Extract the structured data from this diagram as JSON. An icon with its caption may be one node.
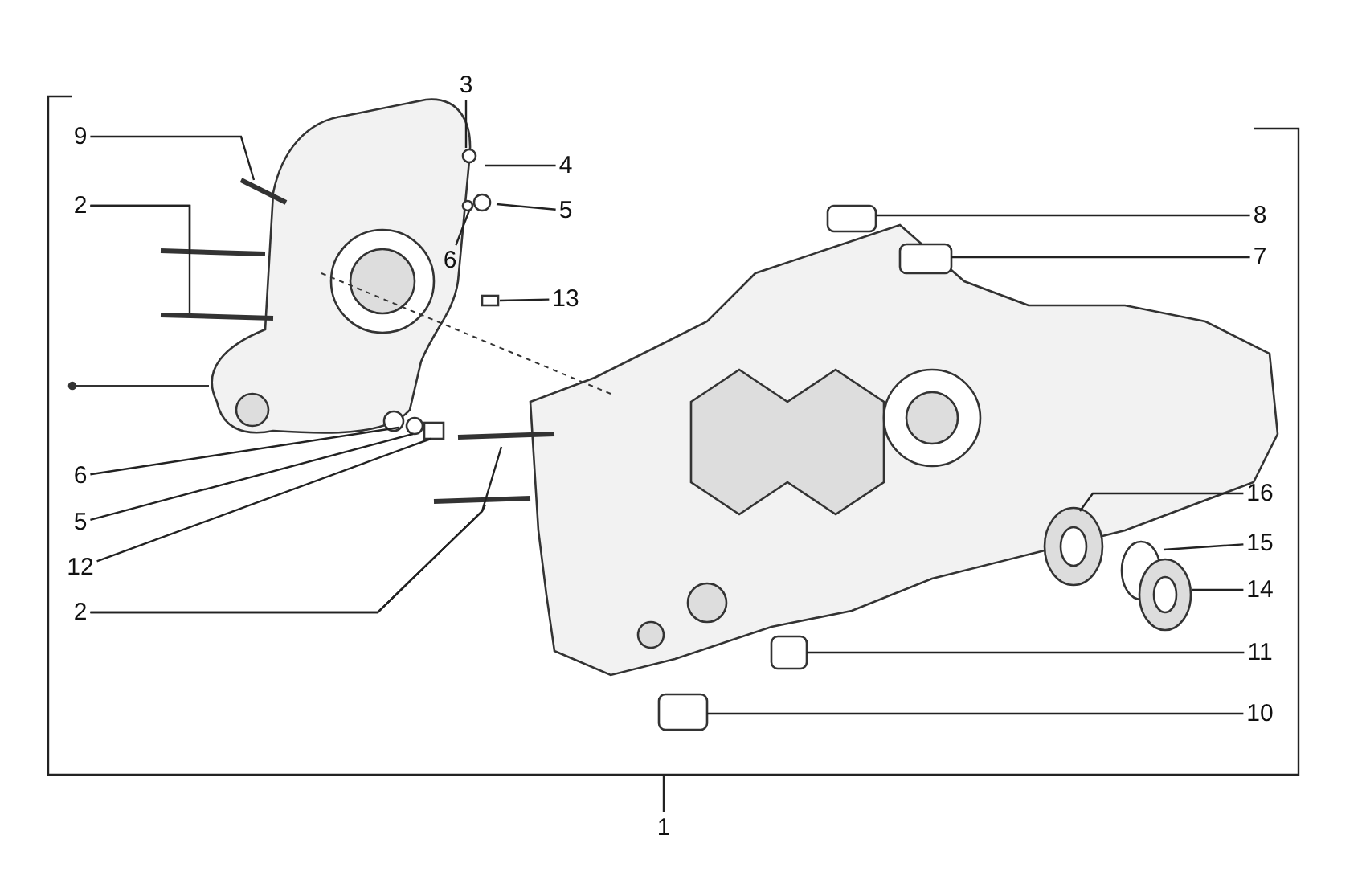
{
  "diagram": {
    "nodes": [
      {
        "text": [
          "3"
        ]
      },
      {
        "text": [
          "9"
        ]
      },
      {
        "text": [
          "4"
        ]
      },
      {
        "text": [
          "2"
        ]
      },
      {
        "text": [
          "5"
        ]
      },
      {
        "text": [
          "8"
        ]
      },
      {
        "text": [
          "7"
        ]
      },
      {
        "text": [
          "6"
        ]
      },
      {
        "text": [
          "13"
        ]
      },
      {
        "text": [
          "6"
        ]
      },
      {
        "text": [
          "16"
        ]
      },
      {
        "text": [
          "5"
        ]
      },
      {
        "text": [
          "15"
        ]
      },
      {
        "text": [
          "12"
        ]
      },
      {
        "text": [
          "14"
        ]
      },
      {
        "text": [
          "2"
        ]
      },
      {
        "text": [
          "11"
        ]
      },
      {
        "text": [
          "10"
        ]
      },
      {
        "text": [
          "1"
        ]
      }
    ],
    "edges": [
      {
        "from": 0,
        "to": null,
        "arrow": "none"
      },
      {
        "from": 1,
        "to": null,
        "arrow": "none"
      },
      {
        "from": 2,
        "to": null,
        "arrow": "none"
      },
      {
        "from": 3,
        "to": null,
        "arrow": "none"
      },
      {
        "from": 3,
        "to": null,
        "arrow": "none"
      },
      {
        "from": 4,
        "to": null,
        "arrow": "none"
      },
      {
        "from": 5,
        "to": null,
        "arrow": "none"
      },
      {
        "from": 6,
        "to": null,
        "arrow": "none"
      },
      {
        "from": 7,
        "to": null,
        "arrow": "none"
      },
      {
        "from": 8,
        "to": null,
        "arrow": "none"
      },
      {
        "from": 9,
        "to": null,
        "arrow": "none"
      },
      {
        "from": 10,
        "to": null,
        "arrow": "none"
      },
      {
        "from": 11,
        "to": null,
        "arrow": "none"
      },
      {
        "from": 12,
        "to": null,
        "arrow": "none"
      },
      {
        "from": 13,
        "to": null,
        "arrow": "none"
      },
      {
        "from": 14,
        "to": null,
        "arrow": "none"
      },
      {
        "from": 15,
        "to": null,
        "arrow": "none"
      },
      {
        "from": 15,
        "to": null,
        "arrow": "none"
      },
      {
        "from": 16,
        "to": null,
        "arrow": "none"
      },
      {
        "from": 17,
        "to": null,
        "arrow": "none"
      },
      {
        "from": 18,
        "to": null,
        "arrow": "none"
      }
    ]
  }
}
